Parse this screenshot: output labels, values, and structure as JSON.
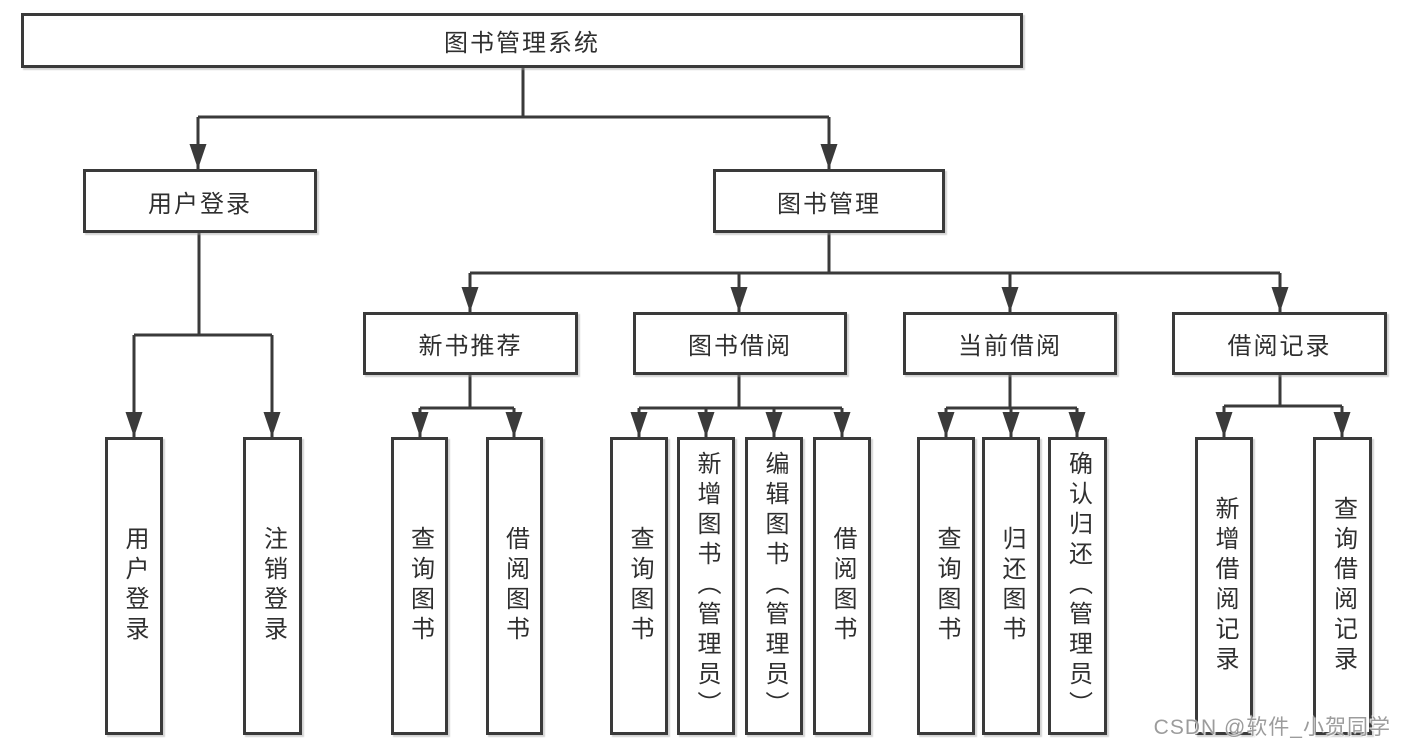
{
  "diagram_title": "图书管理系统",
  "tree": {
    "label": "图书管理系统",
    "children": [
      {
        "label": "用户登录",
        "children": [
          {
            "label": "用户登录"
          },
          {
            "label": "注销登录"
          }
        ]
      },
      {
        "label": "图书管理",
        "children": [
          {
            "label": "新书推荐",
            "children": [
              {
                "label": "查询图书"
              },
              {
                "label": "借阅图书"
              }
            ]
          },
          {
            "label": "图书借阅",
            "children": [
              {
                "label": "查询图书"
              },
              {
                "label": "新增图书（管理员）"
              },
              {
                "label": "编辑图书（管理员）"
              },
              {
                "label": "借阅图书"
              }
            ]
          },
          {
            "label": "当前借阅",
            "children": [
              {
                "label": "查询图书"
              },
              {
                "label": "归还图书"
              },
              {
                "label": "确认归还（管理员）"
              }
            ]
          },
          {
            "label": "借阅记录",
            "children": [
              {
                "label": "新增借阅记录"
              },
              {
                "label": "查询借阅记录"
              }
            ]
          }
        ]
      }
    ]
  },
  "watermark": {
    "text": "CSDN @软件_小贺同学"
  },
  "colors": {
    "background": "#ffffff",
    "line": "#3a3a3a",
    "box_border": "#3a3a3a",
    "text": "#2f2f2f",
    "watermark": "#9c9c9c"
  }
}
